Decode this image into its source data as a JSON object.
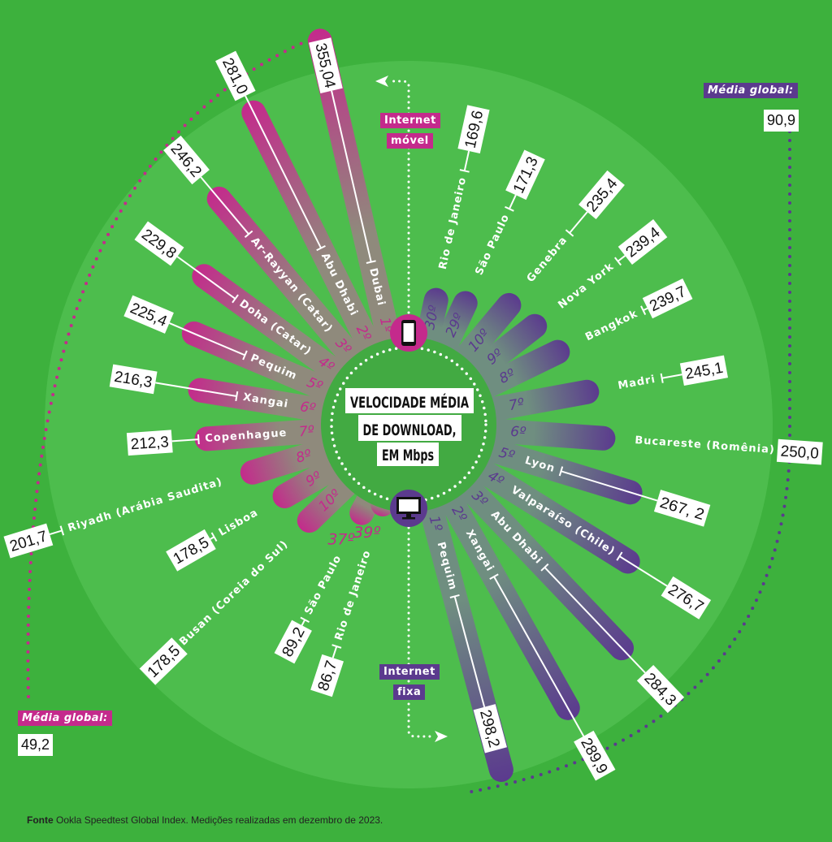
{
  "chart_data": {
    "type": "radial-bar",
    "title_lines": [
      "VELOCIDADE MÉDIA",
      "DE DOWNLOAD,",
      "EM Mbps"
    ],
    "unit": "Mbps",
    "series": [
      {
        "name_lines": [
          "Internet",
          "móvel"
        ],
        "color": "#c42a8c",
        "icon": "smartphone-icon",
        "global_average_label": "Média global:",
        "global_average": 49.2,
        "global_average_text": "49,2",
        "points": [
          {
            "rank": "1º",
            "city": "Dubai",
            "value": 355.04,
            "value_text": "355,04"
          },
          {
            "rank": "2º",
            "city": "Abu Dhabi",
            "value": 281.0,
            "value_text": "281,0"
          },
          {
            "rank": "3º",
            "city": "Ar-Rayyan (Catar)",
            "value": 246.2,
            "value_text": "246,2"
          },
          {
            "rank": "4º",
            "city": "Doha (Catar)",
            "value": 229.8,
            "value_text": "229,8"
          },
          {
            "rank": "5º",
            "city": "Pequim",
            "value": 225.4,
            "value_text": "225,4"
          },
          {
            "rank": "6º",
            "city": "Xangai",
            "value": 216.3,
            "value_text": "216,3"
          },
          {
            "rank": "7º",
            "city": "Copenhague",
            "value": 212.3,
            "value_text": "212,3"
          },
          {
            "rank": "8º",
            "city": "Riyadh (Arábia Saudita)",
            "value": 201.7,
            "value_text": "201,7"
          },
          {
            "rank": "9º",
            "city": "Lisboa",
            "value": 178.5,
            "value_text": "178,5"
          },
          {
            "rank": "10º",
            "city": "Busan (Coreia do Sul)",
            "value": 178.5,
            "value_text": "178,5"
          },
          {
            "rank": "37º",
            "city": "São Paulo",
            "value": 89.2,
            "value_text": "89,2"
          },
          {
            "rank": "39º",
            "city": "Rio de Janeiro",
            "value": 86.7,
            "value_text": "86,7"
          }
        ]
      },
      {
        "name_lines": [
          "Internet",
          "fixa"
        ],
        "color": "#5b3a8e",
        "icon": "monitor-icon",
        "global_average_label": "Média global:",
        "global_average": 90.9,
        "global_average_text": "90,9",
        "points": [
          {
            "rank": "1º",
            "city": "Pequim",
            "value": 298.2,
            "value_text": "298,2"
          },
          {
            "rank": "2º",
            "city": "Xangai",
            "value": 289.9,
            "value_text": "289,9"
          },
          {
            "rank": "3º",
            "city": "Abu Dhabi",
            "value": 284.3,
            "value_text": "284,3"
          },
          {
            "rank": "4º",
            "city": "Valparaíso (Chile)",
            "value": 276.7,
            "value_text": "276,7"
          },
          {
            "rank": "5º",
            "city": "Lyon",
            "value": 267.2,
            "value_text": "267, 2"
          },
          {
            "rank": "6º",
            "city": "Bucareste (Romênia)",
            "value": 250.0,
            "value_text": "250,0"
          },
          {
            "rank": "7º",
            "city": "Madri",
            "value": 245.1,
            "value_text": "245,1"
          },
          {
            "rank": "8º",
            "city": "Bangkok",
            "value": 239.7,
            "value_text": "239,7"
          },
          {
            "rank": "9º",
            "city": "Nova York",
            "value": 239.4,
            "value_text": "239,4"
          },
          {
            "rank": "10º",
            "city": "Genebra",
            "value": 235.4,
            "value_text": "235,4"
          },
          {
            "rank": "29º",
            "city": "São Paulo",
            "value": 171.3,
            "value_text": "171,3"
          },
          {
            "rank": "30º",
            "city": "Rio de Janeiro",
            "value": 169.6,
            "value_text": "169,6"
          }
        ]
      }
    ]
  },
  "footer": {
    "source_label": "Fonte",
    "source_text": "Ookla Speedtest Global Index. Medições realizadas em dezembro de 2023."
  },
  "colors": {
    "background": "#3db13d",
    "inner_circle": "#4dbd4d",
    "center": "#42aa42"
  }
}
